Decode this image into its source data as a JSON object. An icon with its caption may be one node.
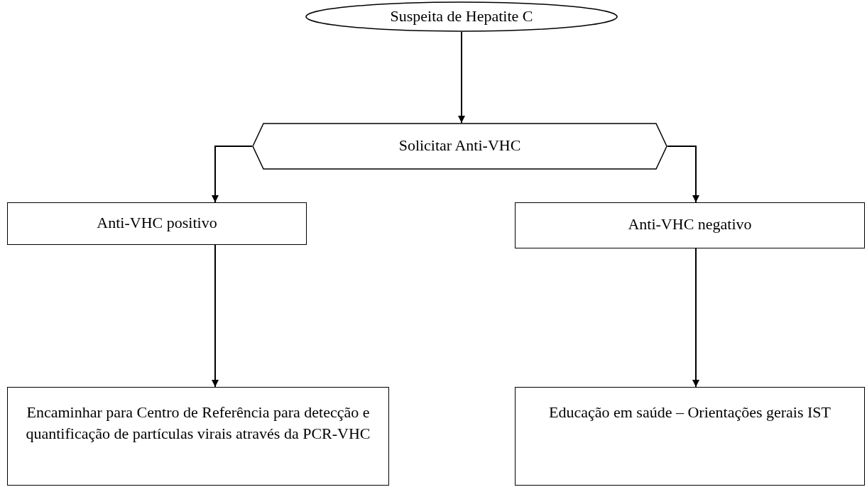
{
  "diagram": {
    "nodes": [
      {
        "text": [
          "Suspeita de Hepatite C"
        ]
      },
      {
        "text": [
          "Solicitar Anti-VHC"
        ]
      },
      {
        "text": [
          "Anti-VHC positivo"
        ]
      },
      {
        "text": [
          "Anti-VHC negativo"
        ]
      },
      {
        "text": [
          "Encaminhar para Centro de Referência para detecção e quantificação de partículas virais através da PCR-VHC"
        ]
      },
      {
        "text": [
          "Educação em saúde – Orientações gerais IST"
        ]
      }
    ],
    "edges": [
      {
        "from": 0,
        "to": 1,
        "arrow": "to"
      },
      {
        "from": 1,
        "to": 2,
        "arrow": "to"
      },
      {
        "from": 1,
        "to": 3,
        "arrow": "to"
      },
      {
        "from": 2,
        "to": 4,
        "arrow": "to"
      },
      {
        "from": 3,
        "to": 5,
        "arrow": "to"
      }
    ]
  }
}
